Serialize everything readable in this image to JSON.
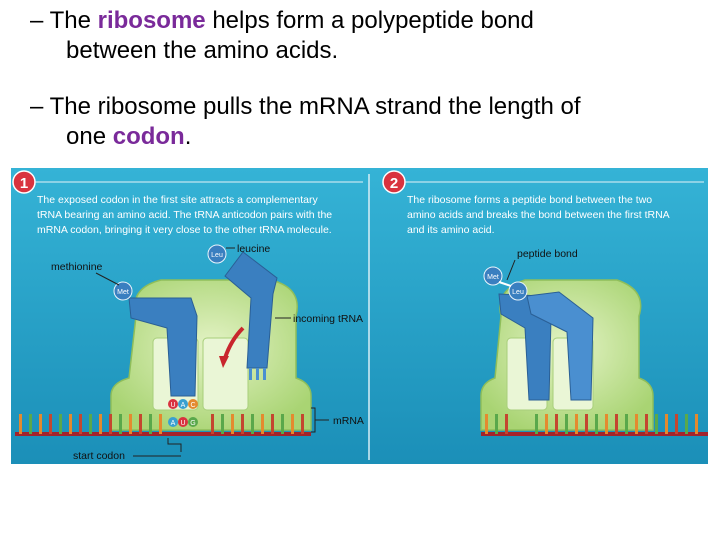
{
  "bullets": [
    {
      "dash": "–",
      "pre": "The ",
      "highlight": "ribosome",
      "post": " helps form a polypeptide bond",
      "line2": "between the amino acids."
    },
    {
      "dash": "–",
      "pre": "The ribosome pulls the m",
      "mid": "RNA strand the length of",
      "line2pre": "one ",
      "highlight": "codon",
      "line2post": "."
    }
  ],
  "figure": {
    "panel1": {
      "number": "1",
      "caption1": "The exposed codon in the first site attracts a complementary",
      "caption2": "tRNA bearing an amino acid. The tRNA anticodon pairs with the",
      "caption3": "mRNA codon, bringing it very close to the other tRNA molecule.",
      "label_methionine": "methionine",
      "label_leucine": "leucine",
      "label_incoming": "incoming tRNA",
      "label_mrna": "mRNA",
      "label_start": "start codon",
      "met": "Met",
      "leu": "Leu",
      "anticodon_top": [
        "U",
        "A",
        "C"
      ],
      "codon_bottom": [
        "A",
        "U",
        "G"
      ]
    },
    "panel2": {
      "number": "2",
      "caption1": "The ribosome forms a peptide bond between the two",
      "caption2": "amino acids and breaks the bond between the first tRNA",
      "caption3": "and its amino acid.",
      "label_peptide": "peptide bond",
      "met": "Met",
      "leu": "Leu"
    },
    "colors": {
      "panel_bg": "#1a9cc0",
      "ribosome": "#c9e59a",
      "trna": "#3a7fc0",
      "mrna": "#a3232c",
      "badge": "#d9333f",
      "highlight": "#7a2a9a"
    }
  }
}
